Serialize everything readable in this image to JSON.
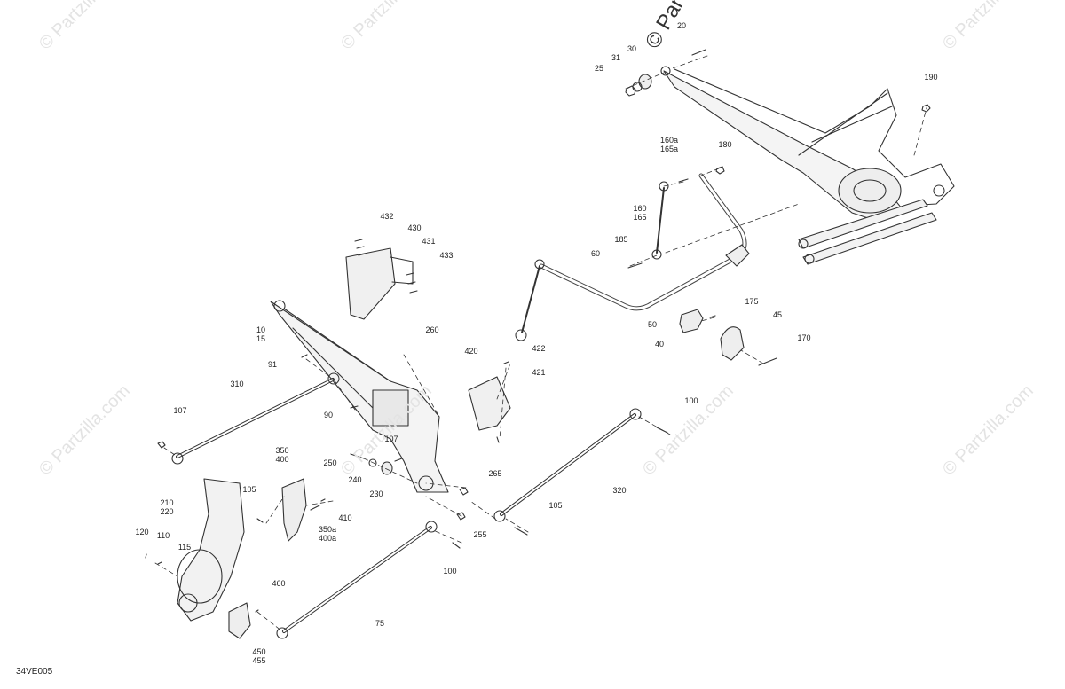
{
  "diagram_code": "34VE005",
  "watermark": "© Partzilla.com",
  "watermark_top": "© Par",
  "labels": {
    "l20": "20",
    "l30": "30",
    "l31": "31",
    "l25": "25",
    "l190": "190",
    "l160a": "160a\n165a",
    "l180": "180",
    "l160": "160\n165",
    "l185": "185",
    "l60": "60",
    "l175": "175",
    "l45": "45",
    "l50": "50",
    "l40": "40",
    "l170": "170",
    "l432": "432",
    "l430": "430",
    "l431": "431",
    "l433": "433",
    "l10": "10\n15",
    "l260": "260",
    "l91": "91",
    "l420": "420",
    "l422": "422",
    "l421": "421",
    "l310": "310",
    "l107a": "107",
    "l90": "90",
    "l100a": "100",
    "l350": "350\n400",
    "l250": "250",
    "l107b": "107",
    "l240": "240",
    "l230": "230",
    "l265": "265",
    "l320": "320",
    "l210": "210\n220",
    "l105a": "105",
    "l410": "410",
    "l350a": "350a\n400a",
    "l105b": "105",
    "l255": "255",
    "l120": "120",
    "l110": "110",
    "l115": "115",
    "l100b": "100",
    "l460": "460",
    "l75": "75",
    "l450": "450\n455"
  }
}
